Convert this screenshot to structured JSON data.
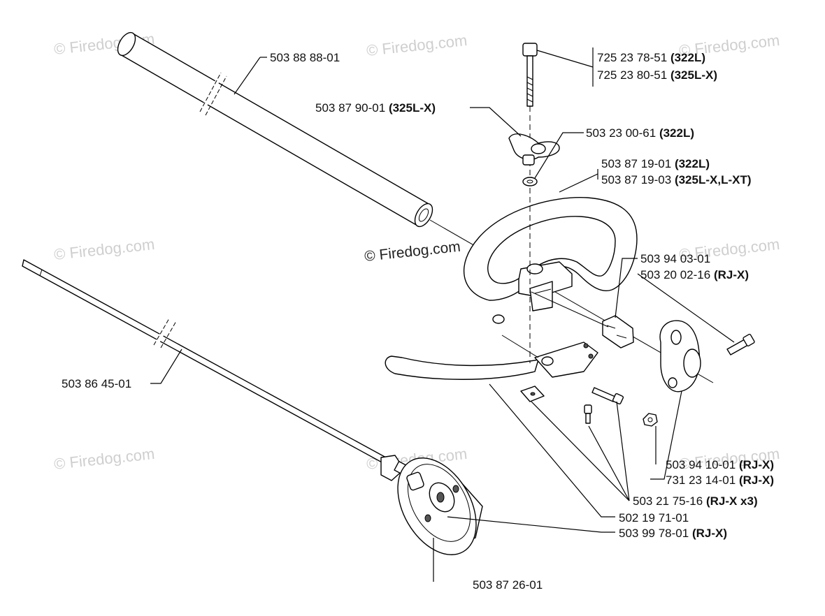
{
  "watermark": {
    "text": "© Firedog.com"
  },
  "parts": {
    "tube": "503 88 88-01",
    "bolt_a": "725 23 78-51",
    "bolt_a_model": "(322L)",
    "bolt_b": "725 23 80-51",
    "bolt_b_model": "(325L-X)",
    "knob": "503 87 90-01",
    "knob_model": "(325L-X)",
    "washer": "503 23 00-61",
    "washer_model": "(322L)",
    "handle_a": "503 87 19-01",
    "handle_a_model": "(322L)",
    "handle_b": "503 87 19-03",
    "handle_b_model": "(325L-X,L-XT)",
    "block": "503 94 03-01",
    "screw": "503 20 02-16",
    "screw_model": "(RJ-X)",
    "shaft": "503 86 45-01",
    "clamp": "503 94 10-01",
    "clamp_model": "(RJ-X)",
    "nut": "731 23 14-01",
    "nut_model": "(RJ-X)",
    "bolts3": "503 21 75-16",
    "bolts3_model": "(RJ-X x3)",
    "guard_handle": "502 19 71-01",
    "pad": "503 99 78-01",
    "pad_model": "(RJ-X)",
    "drum": "503 87 26-01"
  }
}
